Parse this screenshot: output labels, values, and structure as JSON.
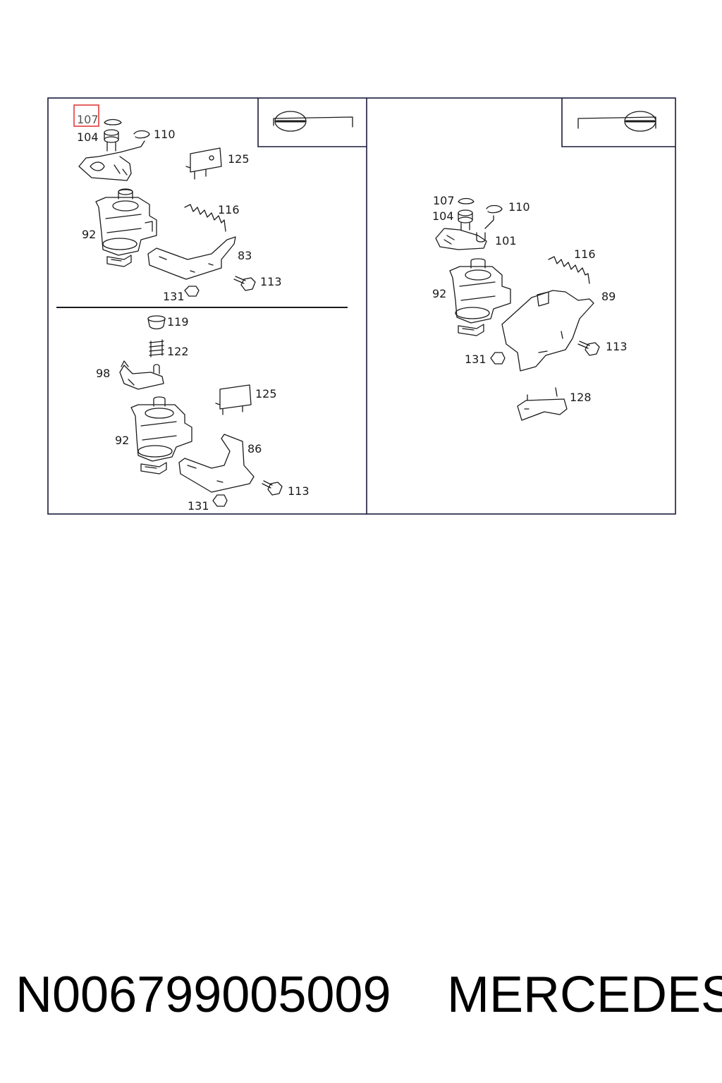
{
  "diagram": {
    "top_left": {
      "labels": {
        "p107": "107",
        "p104": "104",
        "p110": "110",
        "p125": "125",
        "p116": "116",
        "p92": "92",
        "p83": "83",
        "p113": "113",
        "p131": "131"
      }
    },
    "bottom_left": {
      "labels": {
        "p119": "119",
        "p122": "122",
        "p98": "98",
        "p125": "125",
        "p92": "92",
        "p86": "86",
        "p113": "113",
        "p131": "131"
      }
    },
    "right": {
      "labels": {
        "p107": "107",
        "p104": "104",
        "p110": "110",
        "p101": "101",
        "p116": "116",
        "p92": "92",
        "p89": "89",
        "p131": "131",
        "p113": "113",
        "p128": "128"
      }
    },
    "highlight": {
      "part": "107",
      "color": "#e23b3b"
    }
  },
  "footer": {
    "part_number": "N006799005009",
    "brand": "MERCEDES"
  }
}
